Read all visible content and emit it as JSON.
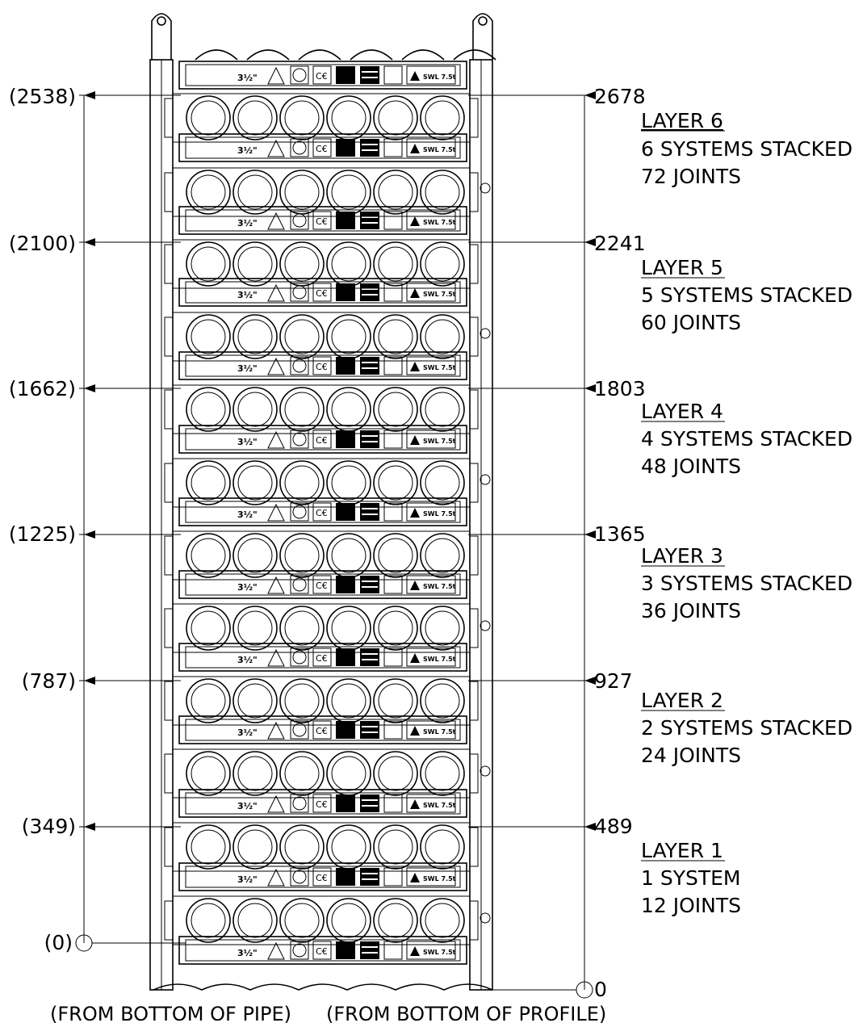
{
  "left_dimensions": [
    "(2538)",
    "(2100)",
    "(1662)",
    "(1225)",
    "(787)",
    "(349)"
  ],
  "left_zero": "(0)",
  "right_dimensions": [
    "2678",
    "2241",
    "1803",
    "1365",
    "927",
    "489"
  ],
  "right_zero": "0",
  "layers": [
    {
      "title": "LAYER 6",
      "line1": "6 SYSTEMS STACKED",
      "line2": "72 JOINTS"
    },
    {
      "title": "LAYER 5",
      "line1": "5 SYSTEMS STACKED",
      "line2": "60 JOINTS"
    },
    {
      "title": "LAYER 4",
      "line1": "4 SYSTEMS STACKED",
      "line2": "48 JOINTS"
    },
    {
      "title": "LAYER 3",
      "line1": "3 SYSTEMS STACKED",
      "line2": "36 JOINTS"
    },
    {
      "title": "LAYER 2",
      "line1": "2 SYSTEMS STACKED",
      "line2": "24 JOINTS"
    },
    {
      "title": "LAYER 1",
      "line1": "1 SYSTEM",
      "line2": "12 JOINTS"
    }
  ],
  "plate_label": "3½\"",
  "plate_rating": "SWL 7.5t",
  "footer_left": "(FROM BOTTOM OF PIPE)",
  "footer_right": "(FROM BOTTOM OF PROFILE)"
}
